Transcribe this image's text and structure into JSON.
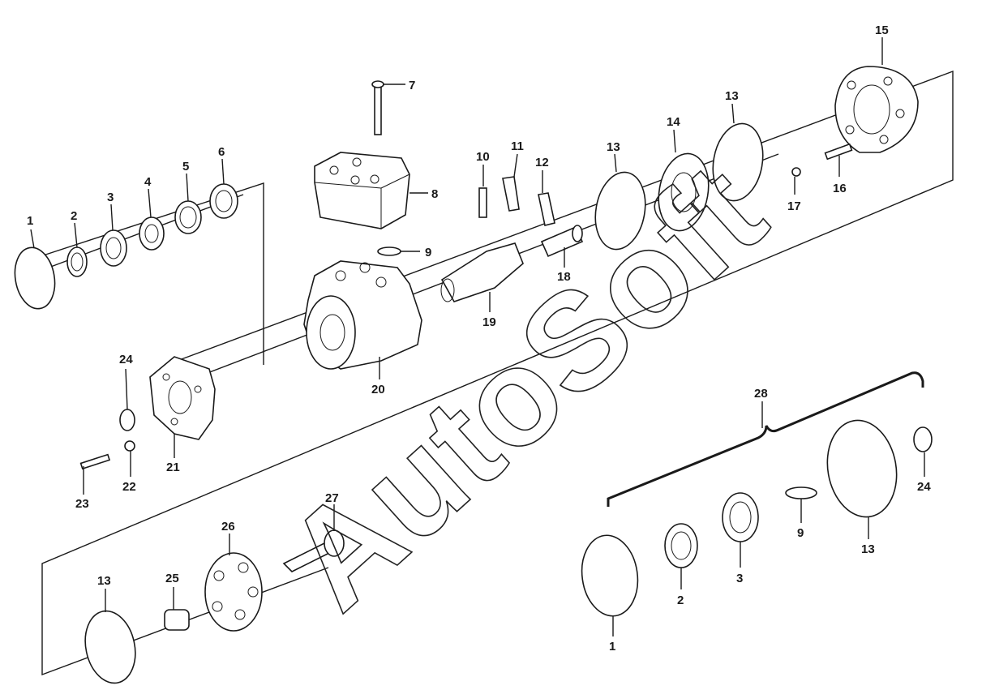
{
  "diagram": {
    "watermark": "AutoSoft",
    "callouts": {
      "c1": "1",
      "c2": "2",
      "c3": "3",
      "c4": "4",
      "c5": "5",
      "c6": "6",
      "c7": "7",
      "c8": "8",
      "c9": "9",
      "c10": "10",
      "c11": "11",
      "c12": "12",
      "c13a": "13",
      "c13b": "13",
      "c13c": "13",
      "c14": "14",
      "c15": "15",
      "c16": "16",
      "c17": "17",
      "c18": "18",
      "c19": "19",
      "c20": "20",
      "c21": "21",
      "c22": "22",
      "c23": "23",
      "c24": "24",
      "c25": "25",
      "c26": "26",
      "c27": "27",
      "c28": "28",
      "k1": "1",
      "k2": "2",
      "k3": "3",
      "k9": "9",
      "k13": "13",
      "k24": "24"
    }
  }
}
